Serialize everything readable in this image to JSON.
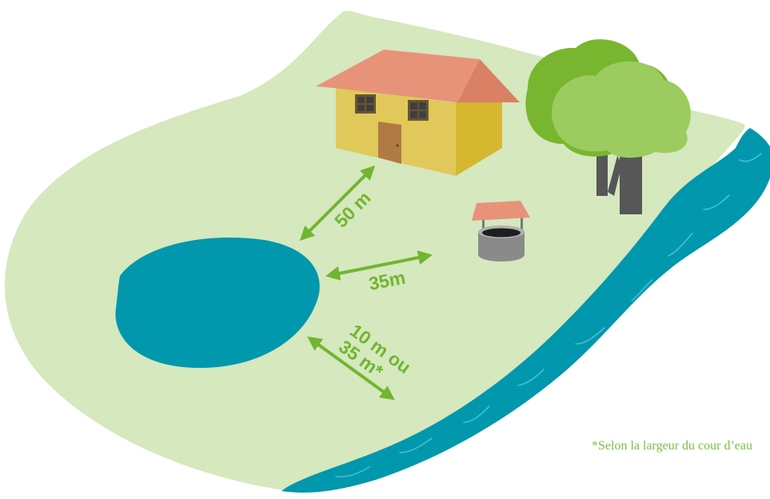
{
  "colors": {
    "land": "#d5e8be",
    "water": "#0197ad",
    "arrow": "#72b52f",
    "roof": "#e7937a",
    "wall": "#e0c95a",
    "wall_side": "#d5b730",
    "door": "#b07a45",
    "tree_dark": "#78b62f",
    "tree_light": "#9ccb5f",
    "trunk": "#575757",
    "well_stone": "#8a8a8a"
  },
  "labels": {
    "house_pond": "50 m",
    "well_pond": "35m",
    "river_pond_line1": "10 m ou",
    "river_pond_line2": "35 m*"
  },
  "footnote": "*Selon la largeur du cour d’eau",
  "icons": [
    "house-icon",
    "tree-icon",
    "well-icon",
    "pond",
    "river"
  ]
}
